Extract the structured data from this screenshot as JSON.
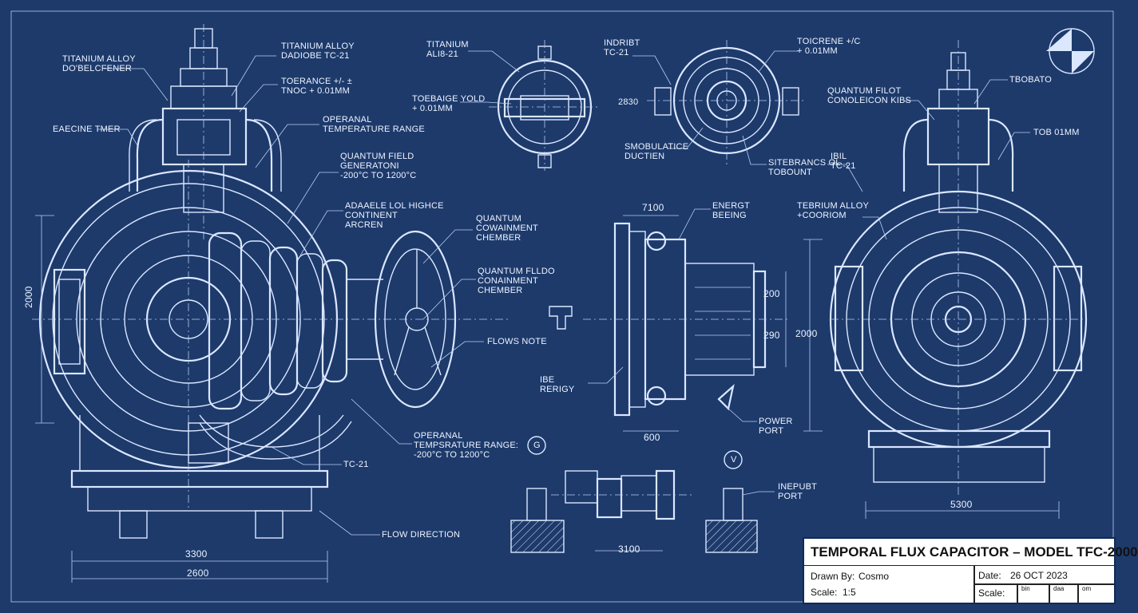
{
  "labels": {
    "titanium_alloy_left": [
      "TITANIUM ALLOY",
      "DO'BELCFENER"
    ],
    "titanium_alloy_center": [
      "TITANIUM ALLOY",
      "DADIOBE TC-21"
    ],
    "tolerance_center": [
      "TOERANCE +/- ±",
      "TNOC  + 0.01mm"
    ],
    "operanal_range_top": [
      "OPERANAL",
      "TEMPERATURE RANGE"
    ],
    "quantum_field_generator": [
      "QUANTUM FIELD",
      "GENERATONI",
      "-200°C TO 1200°C"
    ],
    "eaecine_tmer": [
      "EAECINE TMER"
    ],
    "adaable_high": [
      "ADAAELE LOL HIGHCE",
      "CONTINENT",
      "ARCREN"
    ],
    "quantum_containment": [
      "QUANTUM",
      "COWAINMENT",
      "CHEMBER"
    ],
    "quantum_fluid_containment": [
      "QUANTUM FLLDO",
      "CONAINMENT",
      "CHEMBER"
    ],
    "flows_note": [
      "FLOWS NOTE"
    ],
    "operanal_range_bottom": [
      "OPERANAL",
      "TEMPSRATURE RANGE:",
      "-200°C TO 1200°C"
    ],
    "tc21_bottom": [
      "TC-21"
    ],
    "flow_direction": [
      "FLOW DIRECTION"
    ],
    "titanium_top_circle": [
      "TITANIUM",
      "ALI8-21"
    ],
    "tobemage_yield": [
      "TOEBAIGE YOLD",
      "+ 0.01mm"
    ],
    "inorbt_tc21": [
      "INDRIBT",
      "TC-21"
    ],
    "dim_2830": [
      "2830"
    ],
    "smobulatice": [
      "SMOBULATICE",
      "DUCTIEN"
    ],
    "tolerance_right_top": [
      "TOICRENE +/C",
      "+ 0.01mm"
    ],
    "sitebrancs": [
      "SITEBRANCS OL",
      "TOBOUNT"
    ],
    "energt_beeing": [
      "ENERGT",
      "BEEING"
    ],
    "ibe_rerigy": [
      "IBE",
      "RERIGY"
    ],
    "power_port": [
      "POWER",
      "PORT"
    ],
    "inepubt_port": [
      "INEPUBT",
      "PORT"
    ],
    "quantum_filot": [
      "QUANTUM FILOT",
      "CONOLEICON KIBS"
    ],
    "tbobato": [
      "TBOBATO"
    ],
    "tob_01mm": [
      "TOB 01mm"
    ],
    "ibil_tc21": [
      "IBIL",
      "TC-21"
    ],
    "terbium_alloy": [
      "TEBRIUM ALLOY",
      "+COORIOM"
    ],
    "marker_g": [
      "G"
    ],
    "marker_v": [
      "V"
    ]
  },
  "dimensions": {
    "left_height": "2000",
    "left_width_a": "3300",
    "left_width_b": "2600",
    "mid_width_top": "7100",
    "mid_width_bottom": "600",
    "mid_height_a": "200",
    "mid_height_b": "290",
    "bottom_assembly_width": "3100",
    "right_height": "2000",
    "right_width": "5300"
  },
  "title_block": {
    "title": "TEMPORAL FLUX CAPACITOR – MODEL TFC-2000",
    "drawn_by_label": "Drawn By:",
    "drawn_by_value": "Cosmo",
    "scale_label_left": "Scale:",
    "scale_value_left": "1:5",
    "date_label": "Date:",
    "date_value": "26 OCT 2023",
    "scale_label_right": "Scale:",
    "mini_cells": [
      "bin",
      "daa",
      "om"
    ]
  },
  "colors": {
    "background": "#1d3a6b",
    "line": "#dbe7ff",
    "title_block_bg": "#ffffff"
  }
}
